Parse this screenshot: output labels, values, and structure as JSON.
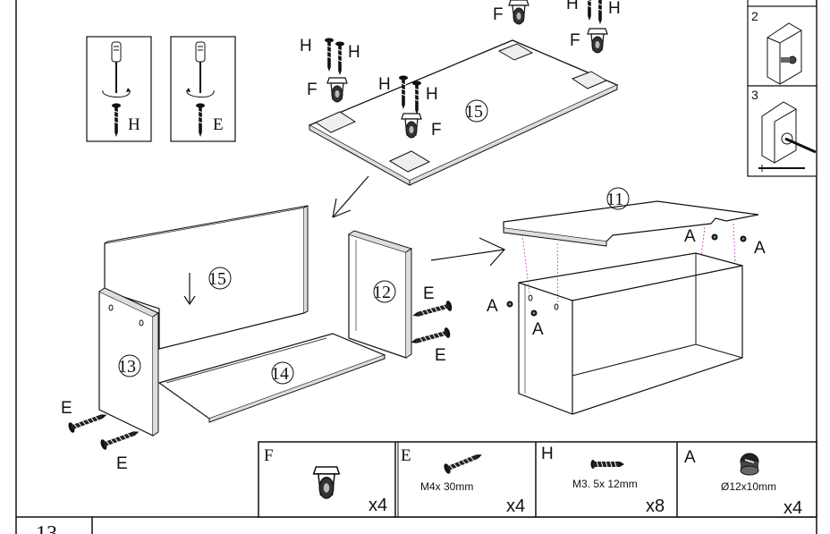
{
  "steps": {
    "insert_2": "2",
    "insert_3": "3",
    "page_number": "13"
  },
  "panels": {
    "p11": "11",
    "p12": "12",
    "p13": "13",
    "p14": "14",
    "p15_top": "15",
    "p15_bottom": "15"
  },
  "screwdriver_cards": [
    {
      "letter": "H"
    },
    {
      "letter": "E"
    }
  ],
  "callouts": {
    "F": "F",
    "H": "H",
    "E": "E",
    "A": "A"
  },
  "parts": [
    {
      "letter": "F",
      "size": "",
      "qty": "x4",
      "icon": "caster-wheel-icon"
    },
    {
      "letter": "E",
      "size": "M4x  30mm",
      "qty": "x4",
      "icon": "long-screw-icon"
    },
    {
      "letter": "H",
      "size": "M3. 5x 12mm",
      "qty": "x8",
      "icon": "short-screw-icon"
    },
    {
      "letter": "A",
      "size": "Ø12x10mm",
      "qty": "x4",
      "icon": "cam-lock-icon"
    }
  ]
}
